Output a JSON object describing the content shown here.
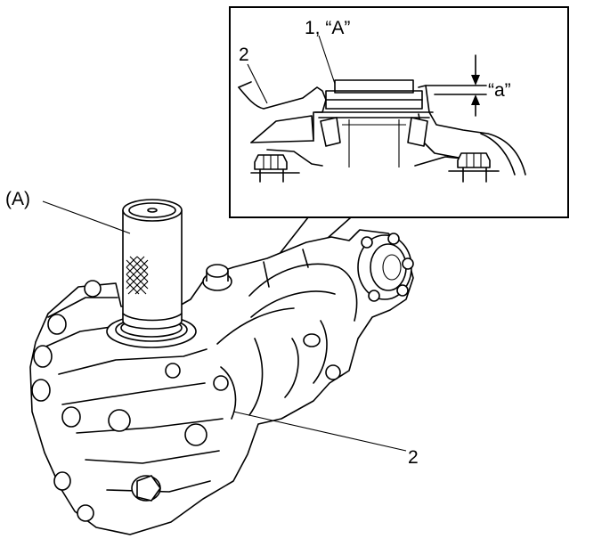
{
  "figure": {
    "callouts": {
      "tool": "(A)",
      "part_1_A": "1, “A”",
      "part_2_detail": "2",
      "gap": "“a”",
      "part_2_main": "2"
    }
  }
}
